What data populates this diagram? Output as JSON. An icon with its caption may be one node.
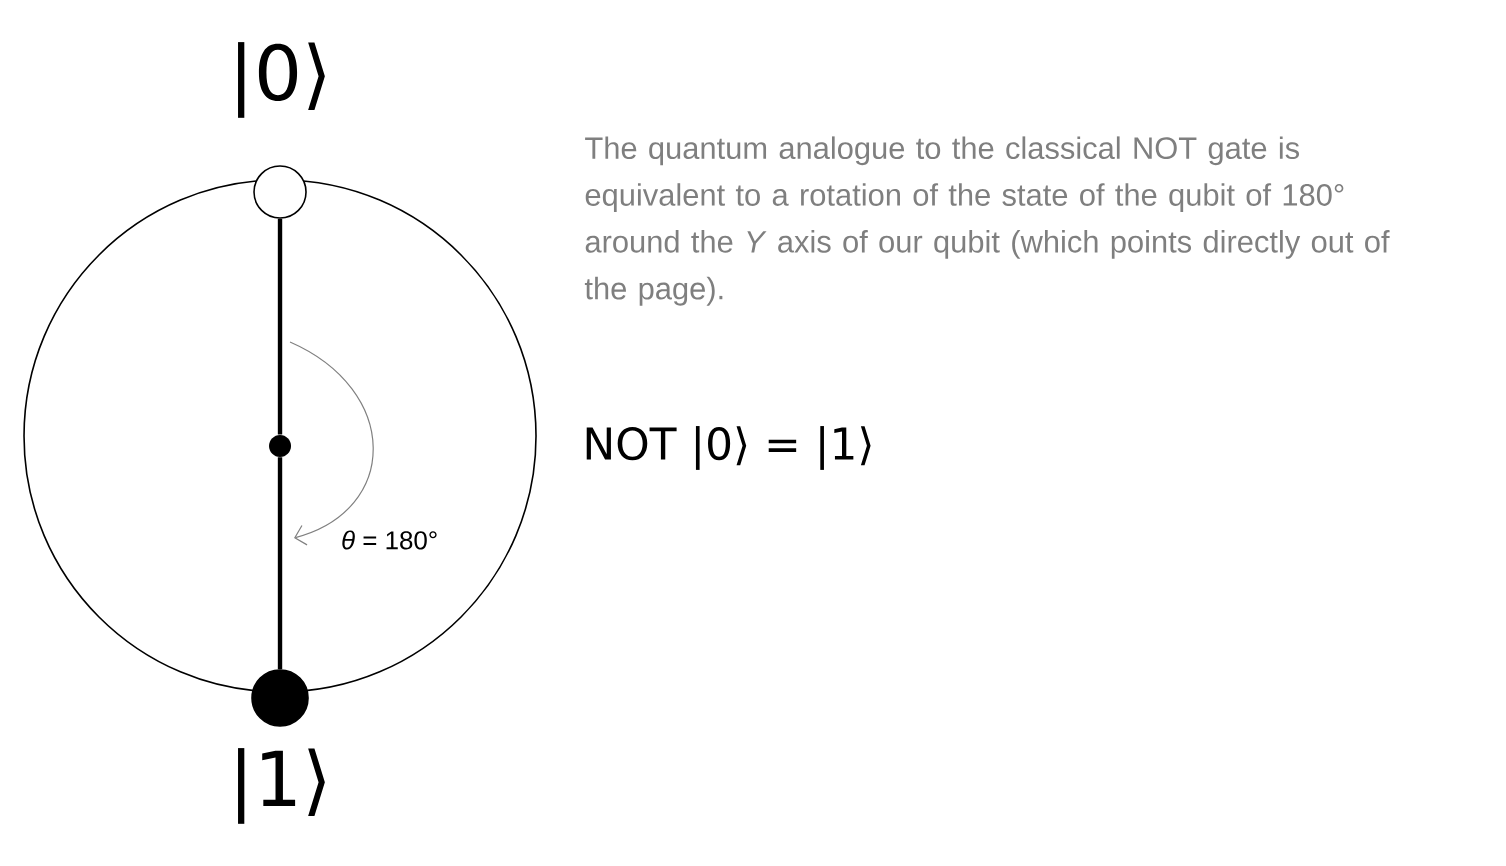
{
  "diagram": {
    "nodes": [
      {
        "text": [
          "|0⟩"
        ]
      },
      {
        "text": [],
        "shape": "circle"
      },
      {
        "text": [
          "|1⟩"
        ]
      }
    ],
    "edges": [
      {
        "from": 0,
        "to": 1,
        "arrow": "none"
      },
      {
        "from": 1,
        "to": 2,
        "arrow": "none"
      }
    ],
    "labels": [
      "*θ* = 180°",
      "The quantum analogue to the classical NOT gate is equivalent to a rotation of the state of the qubit of 180° around the *Y* axis of our qubit (which points directly out of the page).",
      "NOT |0⟩ = |1⟩"
    ]
  }
}
